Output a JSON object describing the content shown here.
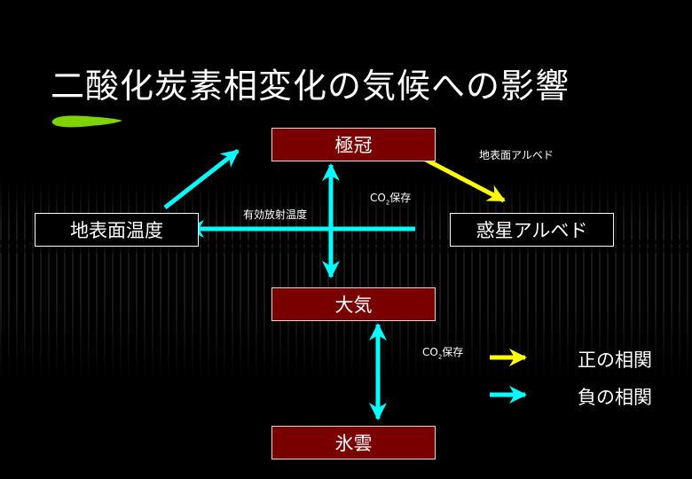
{
  "title": "二酸化炭素相変化の気候への影響",
  "nodes": {
    "ice_cap": "極冠",
    "surface_temp": "地表面温度",
    "planet_albedo": "惑星アルベド",
    "atmosphere": "大気",
    "ice_cloud": "氷雲"
  },
  "labels": {
    "surface_albedo": "地表面アルベド",
    "effective_radiation_temp": "有効放射温度",
    "co2_storage_upper": {
      "prefix": "CO",
      "sub": "2",
      "suffix": "保存"
    },
    "co2_storage_lower": {
      "prefix": "CO",
      "sub": "2",
      "suffix": "保存"
    }
  },
  "legend": {
    "positive": "正の相関",
    "negative": "負の相関"
  },
  "colors": {
    "positive": "#ffff00",
    "negative": "#00ffff",
    "node_red": "#7a0000",
    "brush": "#7fd400"
  }
}
